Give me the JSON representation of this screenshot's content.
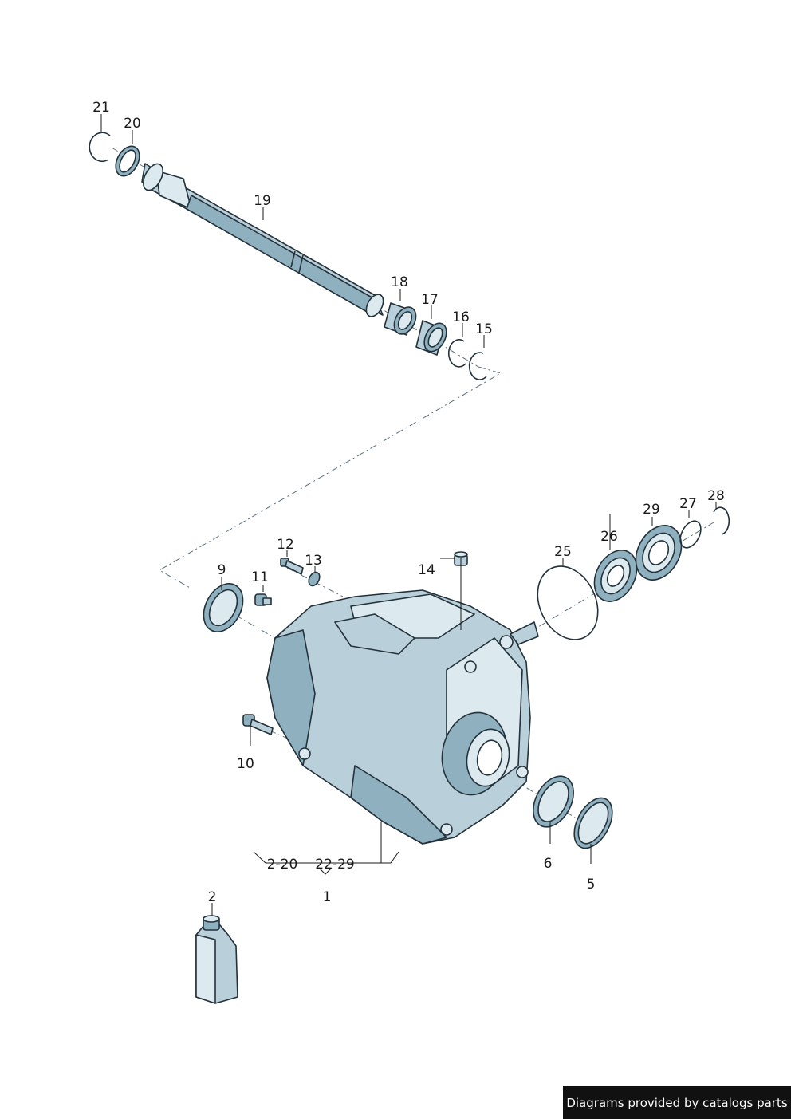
{
  "callouts": {
    "p1": "1",
    "p2": "2",
    "p5": "5",
    "p6": "6",
    "p9": "9",
    "p10": "10",
    "p11": "11",
    "p12": "12",
    "p13": "13",
    "p14": "14",
    "p15": "15",
    "p16": "16",
    "p17": "17",
    "p18": "18",
    "p19": "19",
    "p20": "20",
    "p21": "21",
    "p25": "25",
    "p26": "26",
    "p27": "27",
    "p28": "28",
    "p29": "29"
  },
  "bracket": {
    "range_a": "2-20",
    "range_b": "22-29"
  },
  "credit": "Diagrams provided by catalogs parts"
}
